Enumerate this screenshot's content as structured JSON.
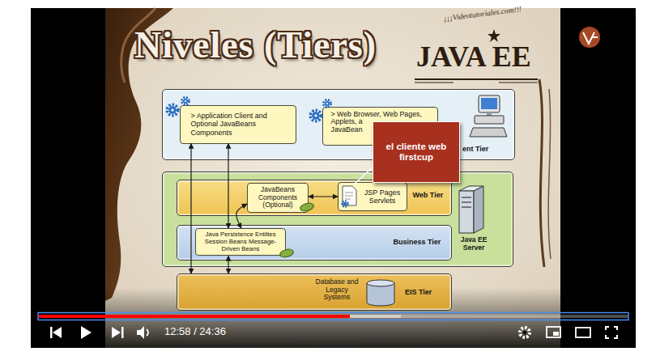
{
  "diagram": {
    "title": "Niveles (Tiers)",
    "nodes": [
      {
        "text": [
          "ent Tier"
        ]
      },
      {
        "text": [
          "> Application Client and Optional JavaBeans Components"
        ],
        "in": 0
      },
      {
        "text": [
          "> Web Browser, Web Pages, Applets, a JavaBean"
        ],
        "in": 0
      },
      {
        "text": [
          "el cliente web firstcup"
        ]
      },
      {
        "text": [
          "Java EE Server"
        ]
      },
      {
        "text": [
          "Web Tier"
        ],
        "in": 4
      },
      {
        "text": [
          "JavaBeans Components (Optional)"
        ],
        "in": 5
      },
      {
        "text": [
          "JSP Pages Servlets"
        ],
        "in": 5
      },
      {
        "text": [
          "Business Tier"
        ],
        "in": 4
      },
      {
        "text": [
          "Java Persistence Entities Session Beans Message-Driven Beans"
        ],
        "in": 8
      },
      {
        "text": [
          "Database and Legacy Systems",
          "EIS Tier"
        ]
      }
    ],
    "edges": [
      {
        "from": 1,
        "to": 10,
        "arrow": "both"
      },
      {
        "from": 1,
        "to": 9,
        "arrow": "both"
      },
      {
        "from": 6,
        "to": 7,
        "arrow": "both"
      },
      {
        "from": 6,
        "to": 9,
        "arrow": "both"
      },
      {
        "from": 9,
        "to": 10,
        "arrow": "both"
      }
    ],
    "labels": [
      "¡¡¡Videotutoriales.com!!!",
      "JAVA EE",
      "12:58 / 24:36"
    ]
  }
}
